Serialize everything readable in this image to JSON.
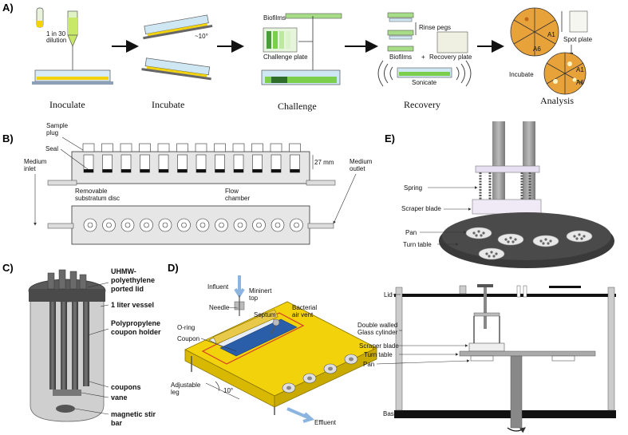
{
  "panel_letters": {
    "a": "A)",
    "b": "B)",
    "c": "C)",
    "d": "D)",
    "e": "E)"
  },
  "panel_a": {
    "dilution": [
      "1 in 30",
      "dilution"
    ],
    "angle": "~10°",
    "biofilms": "Biofilms",
    "challenge_plate": "Challenge plate",
    "rinse_pegs": "Rinse pegs",
    "recovery_row": [
      "Biofilms",
      "+",
      "Recovery plate"
    ],
    "sonicate": "Sonicate",
    "spot_plate": "Spot plate",
    "incubate_small": "Incubate",
    "well_labels": {
      "a1_top": "A1",
      "a6_top": "A6",
      "a1_bottom": "A1",
      "a6_bottom": "A6"
    },
    "steps": [
      "Inoculate",
      "Incubate",
      "Challenge",
      "Recovery",
      "Analysis"
    ]
  },
  "panel_b": {
    "sample_plug": [
      "Sample",
      "plug"
    ],
    "seal": "Seal",
    "medium_inlet": [
      "Medium",
      "inlet"
    ],
    "medium_outlet": [
      "Medium",
      "outlet"
    ],
    "dimension": "27 mm",
    "removable_disc": [
      "Removable",
      "substratum disc"
    ],
    "flow_chamber": [
      "Flow",
      "chamber"
    ]
  },
  "panel_c": {
    "lid": [
      "UHMW-",
      "polyethylene",
      "ported lid"
    ],
    "vessel": "1 liter vessel",
    "holder": [
      "Polypropylene",
      "coupon holder"
    ],
    "coupons": "coupons",
    "vane": "vane",
    "stir_bar": [
      "magnetic stir",
      "bar"
    ]
  },
  "panel_d": {
    "influent": "Influent",
    "mininert": [
      "Mininert",
      "top"
    ],
    "needle": "Needle",
    "septum": "Septum",
    "oring": "O-ring",
    "coupon": "Coupon",
    "vent": [
      "Bacterial",
      "air vent"
    ],
    "angle": "10°",
    "leg": [
      "Adjustable",
      "leg"
    ],
    "effluent": "Effluent"
  },
  "panel_e": {
    "spring": "Spring",
    "scraper": "Scraper blade",
    "pan": "Pan",
    "turntable": "Turn table",
    "lid": "Lid",
    "cylinder": [
      "Double walled",
      "Glass cylinder"
    ],
    "scraper2": "Scraper blade",
    "turntable2": "Turn table",
    "pan2": "Pan",
    "base": "Base"
  },
  "colors": {
    "yellow": "#f2d20a",
    "green": "#7ccf4a",
    "orange_agar": "#e8a23a",
    "dark_gray": "#555555",
    "red_outline": "#d23a2a",
    "blue_arrow": "#8cb4e0"
  }
}
